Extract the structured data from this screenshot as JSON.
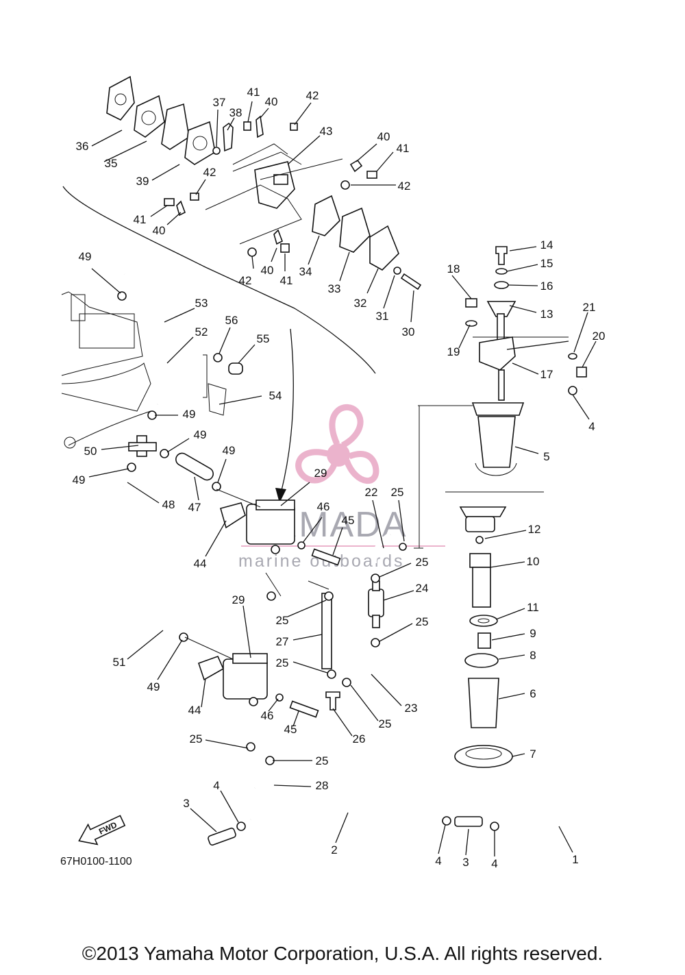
{
  "diagram": {
    "code": "67H0100-1100",
    "fwd_label": "FWD",
    "copyright": "©2013 Yamaha Motor Corporation, U.S.A. All rights reserved.",
    "watermark": {
      "brand": "ARMADA",
      "tagline": "marine outboards",
      "accent_color": "#e8a6c4"
    },
    "callouts": [
      {
        "id": "c36",
        "label": "36"
      },
      {
        "id": "c35",
        "label": "35"
      },
      {
        "id": "c39",
        "label": "39"
      },
      {
        "id": "c37",
        "label": "37"
      },
      {
        "id": "c38",
        "label": "38"
      },
      {
        "id": "c41a",
        "label": "41"
      },
      {
        "id": "c40a",
        "label": "40"
      },
      {
        "id": "c42a",
        "label": "42"
      },
      {
        "id": "c43",
        "label": "43"
      },
      {
        "id": "c40b",
        "label": "40"
      },
      {
        "id": "c41b",
        "label": "41"
      },
      {
        "id": "c42b",
        "label": "42"
      },
      {
        "id": "c42c",
        "label": "42"
      },
      {
        "id": "c41c",
        "label": "41"
      },
      {
        "id": "c40c",
        "label": "40"
      },
      {
        "id": "c42d",
        "label": "42"
      },
      {
        "id": "c40d",
        "label": "40"
      },
      {
        "id": "c41d",
        "label": "41"
      },
      {
        "id": "c34",
        "label": "34"
      },
      {
        "id": "c33",
        "label": "33"
      },
      {
        "id": "c32",
        "label": "32"
      },
      {
        "id": "c31",
        "label": "31"
      },
      {
        "id": "c30",
        "label": "30"
      },
      {
        "id": "c14",
        "label": "14"
      },
      {
        "id": "c15",
        "label": "15"
      },
      {
        "id": "c16",
        "label": "16"
      },
      {
        "id": "c18",
        "label": "18"
      },
      {
        "id": "c13",
        "label": "13"
      },
      {
        "id": "c21",
        "label": "21"
      },
      {
        "id": "c20",
        "label": "20"
      },
      {
        "id": "c19",
        "label": "19"
      },
      {
        "id": "c17",
        "label": "17"
      },
      {
        "id": "c4a",
        "label": "4"
      },
      {
        "id": "c5",
        "label": "5"
      },
      {
        "id": "c49a",
        "label": "49"
      },
      {
        "id": "c53",
        "label": "53"
      },
      {
        "id": "c52",
        "label": "52"
      },
      {
        "id": "c56",
        "label": "56"
      },
      {
        "id": "c55",
        "label": "55"
      },
      {
        "id": "c54",
        "label": "54"
      },
      {
        "id": "c49b",
        "label": "49"
      },
      {
        "id": "c49c",
        "label": "49"
      },
      {
        "id": "c50",
        "label": "50"
      },
      {
        "id": "c49d",
        "label": "49"
      },
      {
        "id": "c49e",
        "label": "49"
      },
      {
        "id": "c48",
        "label": "48"
      },
      {
        "id": "c47",
        "label": "47"
      },
      {
        "id": "c29a",
        "label": "29"
      },
      {
        "id": "c22",
        "label": "22"
      },
      {
        "id": "c25a",
        "label": "25"
      },
      {
        "id": "c12",
        "label": "12"
      },
      {
        "id": "c46a",
        "label": "46"
      },
      {
        "id": "c45a",
        "label": "45"
      },
      {
        "id": "c44a",
        "label": "44"
      },
      {
        "id": "c25b",
        "label": "25"
      },
      {
        "id": "c10",
        "label": "10"
      },
      {
        "id": "c24",
        "label": "24"
      },
      {
        "id": "c29b",
        "label": "29"
      },
      {
        "id": "c25c",
        "label": "25"
      },
      {
        "id": "c11",
        "label": "11"
      },
      {
        "id": "c25d",
        "label": "25"
      },
      {
        "id": "c9",
        "label": "9"
      },
      {
        "id": "c27",
        "label": "27"
      },
      {
        "id": "c8",
        "label": "8"
      },
      {
        "id": "c51",
        "label": "51"
      },
      {
        "id": "c25e",
        "label": "25"
      },
      {
        "id": "c49f",
        "label": "49"
      },
      {
        "id": "c23",
        "label": "23"
      },
      {
        "id": "c44b",
        "label": "44"
      },
      {
        "id": "c6",
        "label": "6"
      },
      {
        "id": "c46b",
        "label": "46"
      },
      {
        "id": "c25f",
        "label": "25"
      },
      {
        "id": "c45b",
        "label": "45"
      },
      {
        "id": "c26",
        "label": "26"
      },
      {
        "id": "c25g",
        "label": "25"
      },
      {
        "id": "c7",
        "label": "7"
      },
      {
        "id": "c25h",
        "label": "25"
      },
      {
        "id": "c4b",
        "label": "4"
      },
      {
        "id": "c28",
        "label": "28"
      },
      {
        "id": "c3a",
        "label": "3"
      },
      {
        "id": "c2",
        "label": "2"
      },
      {
        "id": "c4c",
        "label": "4"
      },
      {
        "id": "c3b",
        "label": "3"
      },
      {
        "id": "c4d",
        "label": "4"
      },
      {
        "id": "c1",
        "label": "1"
      }
    ]
  }
}
